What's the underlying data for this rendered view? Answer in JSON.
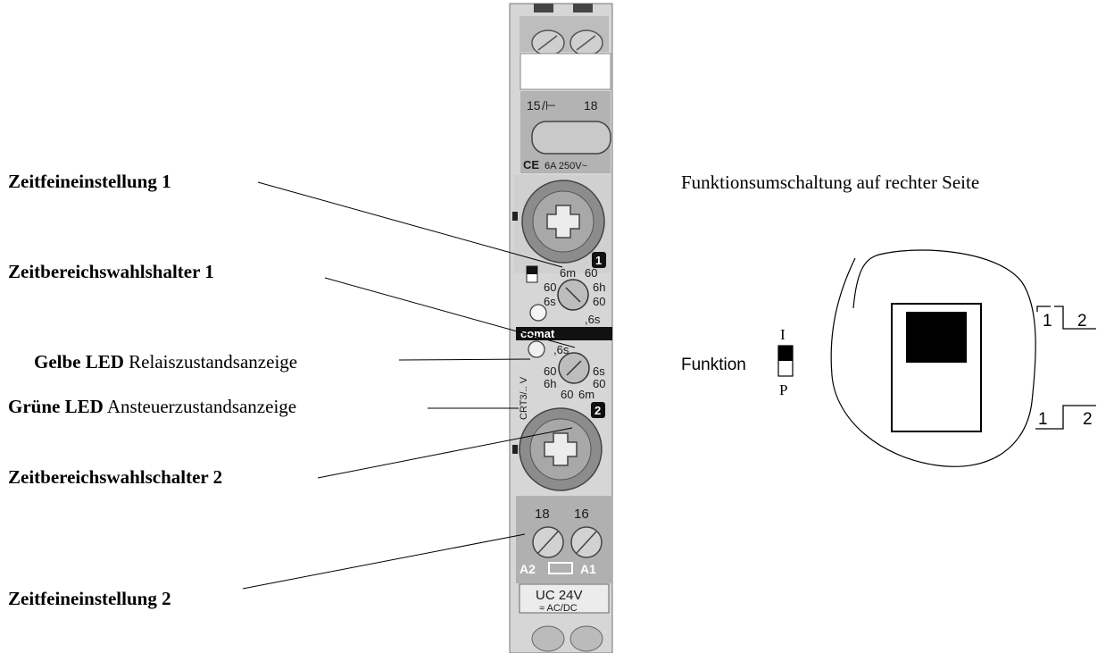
{
  "labels": {
    "fine_1": "Zeitfeineinstellung 1",
    "range_1": "Zeitbereichswahlshalter 1",
    "yellow_led_bold": "Gelbe LED",
    "yellow_led_rest": "Relaiszustandsanzeige",
    "green_led_bold": "Grüne LED",
    "green_led_rest": "Ansteuerzustandsanzeige",
    "range_2": "Zeitbereichswahlschalter 2",
    "fine_2": "Zeitfeineinstellung 2",
    "function_switch_note": "Funktionsumschaltung auf rechter Seite"
  },
  "function_switch": {
    "label": "Funktion",
    "position_top": "I",
    "position_bottom": "P",
    "mode_1_a": "1",
    "mode_1_b": "2",
    "mode_2_a": "1",
    "mode_2_b": "2"
  },
  "device": {
    "terminal_top_left": "15",
    "terminal_top_right": "18",
    "rating": "6A 250V~",
    "ce_mark": "CE",
    "brand": "comat",
    "dial_1_number": "1",
    "dial_2_number": "2",
    "range_1_values": [
      "6m",
      "60",
      "60",
      "6h",
      "6s",
      "60",
      ",6s"
    ],
    "range_2_values": [
      ",6s",
      "60",
      "6s",
      "6h",
      "60",
      "60",
      "6m"
    ],
    "side_label": "CRT3/.. V",
    "terminal_bottom_left": "18",
    "terminal_bottom_right": "16",
    "coil_left": "A2",
    "coil_right": "A1",
    "voltage": "UC 24V",
    "supply": "≈ AC/DC"
  }
}
